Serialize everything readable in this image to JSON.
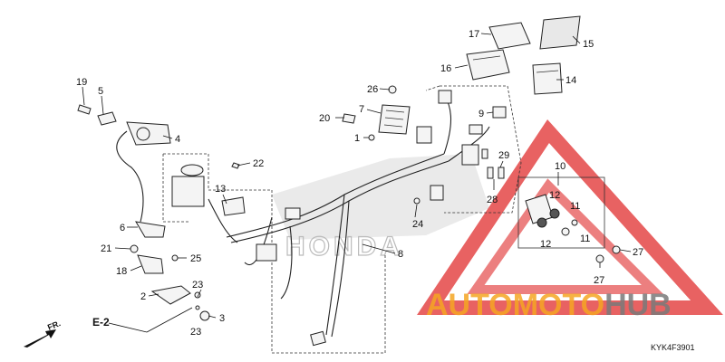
{
  "diagram": {
    "callouts": {
      "c1": "1",
      "c2": "2",
      "c3": "3",
      "c4": "4",
      "c5": "5",
      "c6": "6",
      "c7": "7",
      "c8": "8",
      "c9": "9",
      "c10": "10",
      "c11a": "11",
      "c11b": "11",
      "c12a": "12",
      "c12b": "12",
      "c13": "13",
      "c14": "14",
      "c15": "15",
      "c16": "16",
      "c17": "17",
      "c18": "18",
      "c19": "19",
      "c20": "20",
      "c21": "21",
      "c22": "22",
      "c23a": "23",
      "c23b": "23",
      "c24": "24",
      "c25": "25",
      "c26": "26",
      "c27a": "27",
      "c27b": "27",
      "c28": "28",
      "c29": "29"
    },
    "section_ref": "E-2",
    "direction_label": "FR.",
    "diagram_code": "KYK4F3901"
  },
  "watermarks": {
    "honda_text": "HONDA",
    "brand_part1": "AUTOMOTO",
    "brand_part2": "HUB",
    "colors": {
      "brand_orange": "#f5a623",
      "brand_gray": "#7a7a7a",
      "triangle_red": "#e23b3b"
    }
  }
}
